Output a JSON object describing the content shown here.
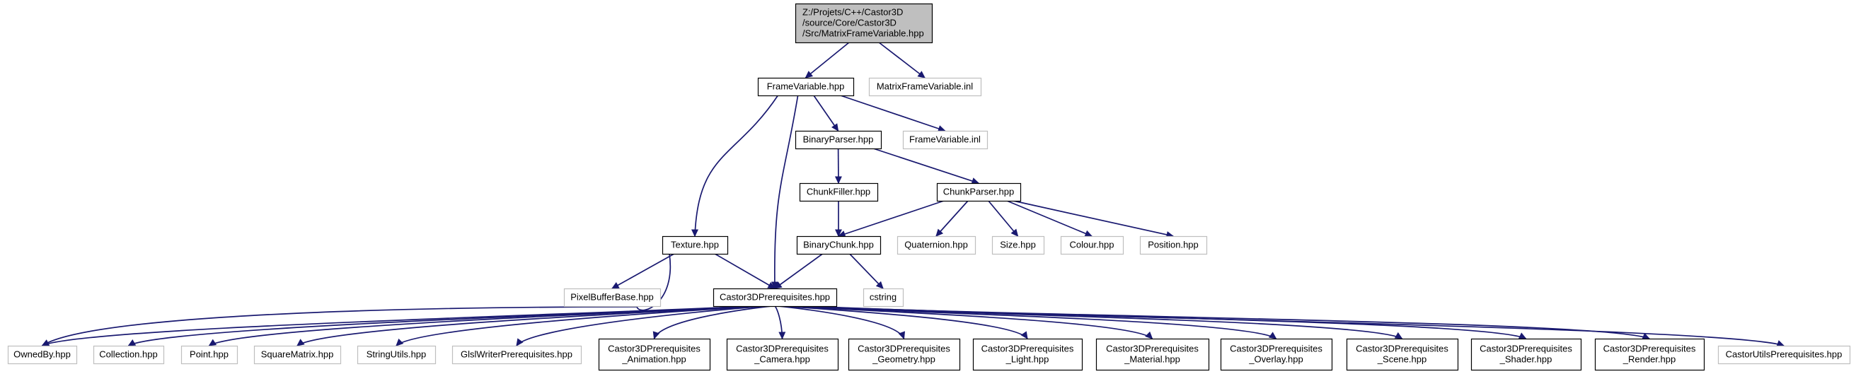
{
  "graph": {
    "nodes": [
      {
        "id": "root",
        "lines": [
          "Z:/Projets/C++/Castor3D",
          "/source/Core/Castor3D",
          "/Src/MatrixFrameVariable.hpp"
        ],
        "style": "root"
      },
      {
        "id": "framevariable_hpp",
        "lines": [
          "FrameVariable.hpp"
        ],
        "style": "doc"
      },
      {
        "id": "matrixframevariable_inl",
        "lines": [
          "MatrixFrameVariable.inl"
        ],
        "style": "ext"
      },
      {
        "id": "binaryparser_hpp",
        "lines": [
          "BinaryParser.hpp"
        ],
        "style": "doc"
      },
      {
        "id": "framevariable_inl",
        "lines": [
          "FrameVariable.inl"
        ],
        "style": "ext"
      },
      {
        "id": "chunkfiller_hpp",
        "lines": [
          "ChunkFiller.hpp"
        ],
        "style": "doc"
      },
      {
        "id": "chunkparser_hpp",
        "lines": [
          "ChunkParser.hpp"
        ],
        "style": "doc"
      },
      {
        "id": "texture_hpp",
        "lines": [
          "Texture.hpp"
        ],
        "style": "doc"
      },
      {
        "id": "binarychunk_hpp",
        "lines": [
          "BinaryChunk.hpp"
        ],
        "style": "doc"
      },
      {
        "id": "quaternion_hpp",
        "lines": [
          "Quaternion.hpp"
        ],
        "style": "ext"
      },
      {
        "id": "size_hpp",
        "lines": [
          "Size.hpp"
        ],
        "style": "ext"
      },
      {
        "id": "colour_hpp",
        "lines": [
          "Colour.hpp"
        ],
        "style": "ext"
      },
      {
        "id": "position_hpp",
        "lines": [
          "Position.hpp"
        ],
        "style": "ext"
      },
      {
        "id": "pixelbufferbase_hpp",
        "lines": [
          "PixelBufferBase.hpp"
        ],
        "style": "ext"
      },
      {
        "id": "castor3dprerequisites_hpp",
        "lines": [
          "Castor3DPrerequisites.hpp"
        ],
        "style": "doc"
      },
      {
        "id": "cstring",
        "lines": [
          "cstring"
        ],
        "style": "ext"
      },
      {
        "id": "ownedby_hpp",
        "lines": [
          "OwnedBy.hpp"
        ],
        "style": "ext"
      },
      {
        "id": "collection_hpp",
        "lines": [
          "Collection.hpp"
        ],
        "style": "ext"
      },
      {
        "id": "point_hpp",
        "lines": [
          "Point.hpp"
        ],
        "style": "ext"
      },
      {
        "id": "squarematrix_hpp",
        "lines": [
          "SquareMatrix.hpp"
        ],
        "style": "ext"
      },
      {
        "id": "stringutils_hpp",
        "lines": [
          "StringUtils.hpp"
        ],
        "style": "ext"
      },
      {
        "id": "glslwriterprerequisites_hpp",
        "lines": [
          "GlslWriterPrerequisites.hpp"
        ],
        "style": "ext"
      },
      {
        "id": "prereq_animation",
        "lines": [
          "Castor3DPrerequisites",
          "_Animation.hpp"
        ],
        "style": "doc"
      },
      {
        "id": "prereq_camera",
        "lines": [
          "Castor3DPrerequisites",
          "_Camera.hpp"
        ],
        "style": "doc"
      },
      {
        "id": "prereq_geometry",
        "lines": [
          "Castor3DPrerequisites",
          "_Geometry.hpp"
        ],
        "style": "doc"
      },
      {
        "id": "prereq_light",
        "lines": [
          "Castor3DPrerequisites",
          "_Light.hpp"
        ],
        "style": "doc"
      },
      {
        "id": "prereq_material",
        "lines": [
          "Castor3DPrerequisites",
          "_Material.hpp"
        ],
        "style": "doc"
      },
      {
        "id": "prereq_overlay",
        "lines": [
          "Castor3DPrerequisites",
          "_Overlay.hpp"
        ],
        "style": "doc"
      },
      {
        "id": "prereq_scene",
        "lines": [
          "Castor3DPrerequisites",
          "_Scene.hpp"
        ],
        "style": "doc"
      },
      {
        "id": "prereq_shader",
        "lines": [
          "Castor3DPrerequisites",
          "_Shader.hpp"
        ],
        "style": "doc"
      },
      {
        "id": "prereq_render",
        "lines": [
          "Castor3DPrerequisites",
          "_Render.hpp"
        ],
        "style": "doc"
      },
      {
        "id": "castorutilsprerequisites_hpp",
        "lines": [
          "CastorUtilsPrerequisites.hpp"
        ],
        "style": "ext"
      }
    ],
    "edges": [
      {
        "from": "root",
        "to": "framevariable_hpp"
      },
      {
        "from": "root",
        "to": "matrixframevariable_inl"
      },
      {
        "from": "framevariable_hpp",
        "to": "binaryparser_hpp"
      },
      {
        "from": "framevariable_hpp",
        "to": "framevariable_inl"
      },
      {
        "from": "framevariable_hpp",
        "to": "texture_hpp"
      },
      {
        "from": "framevariable_hpp",
        "to": "castor3dprerequisites_hpp"
      },
      {
        "from": "binaryparser_hpp",
        "to": "chunkfiller_hpp"
      },
      {
        "from": "binaryparser_hpp",
        "to": "chunkparser_hpp"
      },
      {
        "from": "chunkfiller_hpp",
        "to": "binarychunk_hpp"
      },
      {
        "from": "chunkparser_hpp",
        "to": "binarychunk_hpp"
      },
      {
        "from": "chunkparser_hpp",
        "to": "quaternion_hpp"
      },
      {
        "from": "chunkparser_hpp",
        "to": "size_hpp"
      },
      {
        "from": "chunkparser_hpp",
        "to": "colour_hpp"
      },
      {
        "from": "chunkparser_hpp",
        "to": "position_hpp"
      },
      {
        "from": "texture_hpp",
        "to": "pixelbufferbase_hpp"
      },
      {
        "from": "texture_hpp",
        "to": "castor3dprerequisites_hpp"
      },
      {
        "from": "texture_hpp",
        "to": "ownedby_hpp"
      },
      {
        "from": "binarychunk_hpp",
        "to": "castor3dprerequisites_hpp"
      },
      {
        "from": "binarychunk_hpp",
        "to": "cstring"
      },
      {
        "from": "castor3dprerequisites_hpp",
        "to": "ownedby_hpp"
      },
      {
        "from": "castor3dprerequisites_hpp",
        "to": "collection_hpp"
      },
      {
        "from": "castor3dprerequisites_hpp",
        "to": "point_hpp"
      },
      {
        "from": "castor3dprerequisites_hpp",
        "to": "squarematrix_hpp"
      },
      {
        "from": "castor3dprerequisites_hpp",
        "to": "stringutils_hpp"
      },
      {
        "from": "castor3dprerequisites_hpp",
        "to": "glslwriterprerequisites_hpp"
      },
      {
        "from": "castor3dprerequisites_hpp",
        "to": "prereq_animation"
      },
      {
        "from": "castor3dprerequisites_hpp",
        "to": "prereq_camera"
      },
      {
        "from": "castor3dprerequisites_hpp",
        "to": "prereq_geometry"
      },
      {
        "from": "castor3dprerequisites_hpp",
        "to": "prereq_light"
      },
      {
        "from": "castor3dprerequisites_hpp",
        "to": "prereq_material"
      },
      {
        "from": "castor3dprerequisites_hpp",
        "to": "prereq_overlay"
      },
      {
        "from": "castor3dprerequisites_hpp",
        "to": "prereq_scene"
      },
      {
        "from": "castor3dprerequisites_hpp",
        "to": "prereq_shader"
      },
      {
        "from": "castor3dprerequisites_hpp",
        "to": "prereq_render"
      },
      {
        "from": "castor3dprerequisites_hpp",
        "to": "castorutilsprerequisites_hpp"
      }
    ],
    "colors": {
      "edge": "#191970",
      "doc_border": "#000000",
      "ext_border": "#bfbfbf",
      "root_fill": "#bfbfbf",
      "fill": "#ffffff"
    }
  }
}
